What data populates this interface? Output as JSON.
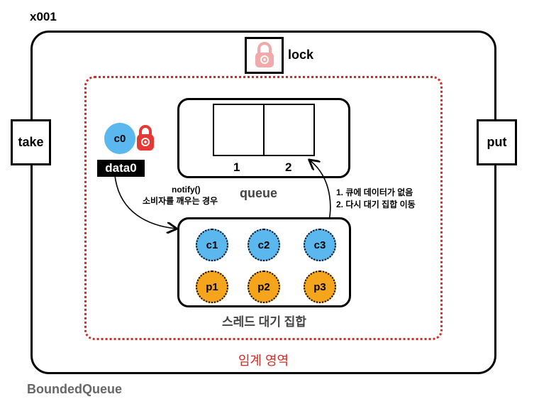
{
  "diagram": {
    "address": "x001",
    "object_name": "BoundedQueue",
    "methods": {
      "take": "take",
      "put": "put"
    },
    "lock": {
      "label": "lock",
      "icon": "padlock-icon"
    },
    "critical_section": {
      "label": "임계 영역",
      "color": "#d42b22"
    },
    "queue": {
      "label": "queue",
      "slots": [
        "1",
        "2"
      ]
    },
    "running_thread": {
      "name": "c0",
      "data": "data0",
      "holds_lock": true
    },
    "notify": {
      "call": "notify()",
      "description": "소비자를 깨우는 경우"
    },
    "wait_set": {
      "label": "스레드 대기 집합",
      "consumers": [
        "c1",
        "c2",
        "c3"
      ],
      "producers": [
        "p1",
        "p2",
        "p3"
      ]
    },
    "c3_steps": [
      "1.  큐에 데이터가 없음",
      "2.  다시 대기 집합 이동"
    ],
    "colors": {
      "consumer": "#5ab8ee",
      "producer": "#f5a51c",
      "lock_active": "#e53935",
      "lock_idle": "#f2a9a9"
    }
  }
}
